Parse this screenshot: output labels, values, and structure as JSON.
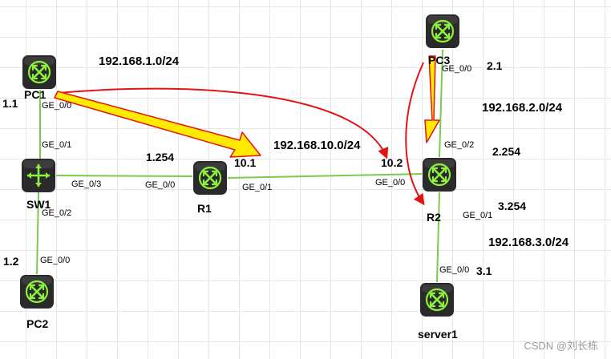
{
  "devices": [
    {
      "id": "pc1",
      "name": "PC1",
      "icon": "router-icon"
    },
    {
      "id": "sw1",
      "name": "SW1",
      "icon": "switch-icon"
    },
    {
      "id": "pc2",
      "name": "PC2",
      "icon": "router-icon"
    },
    {
      "id": "r1",
      "name": "R1",
      "icon": "router-icon"
    },
    {
      "id": "r2",
      "name": "R2",
      "icon": "router-icon"
    },
    {
      "id": "pc3",
      "name": "PC3",
      "icon": "router-icon"
    },
    {
      "id": "server1",
      "name": "server1",
      "icon": "router-icon"
    }
  ],
  "subnets": {
    "net1": "192.168.1.0/24",
    "net10": "192.168.10.0/24",
    "net2": "192.168.2.0/24",
    "net3": "192.168.3.0/24"
  },
  "addresses": {
    "pc1": "1.1",
    "pc2": "1.2",
    "r1_g00": "1.254",
    "r1_g01": "10.1",
    "r2_g00": "10.2",
    "pc3": "2.1",
    "r2_g02": "2.254",
    "r2_g01": "3.254",
    "server1": "3.1"
  },
  "ports": {
    "pc1_g00": "GE_0/0",
    "sw1_g01": "GE_0/1",
    "sw1_g03": "GE_0/3",
    "sw1_g02": "GE_0/2",
    "pc2_g00": "GE_0/0",
    "r1_g00": "GE_0/0",
    "r1_g01": "GE_0/1",
    "r2_g00": "GE_0/0",
    "pc3_g00": "GE_0/0",
    "r2_g02": "GE_0/2",
    "r2_g01": "GE_0/1",
    "server1_g00": "GE_0/0"
  },
  "watermark": "CSDN @刘长栋",
  "colors": {
    "link": "#7dc94e",
    "device_dark": "#2a2a2a",
    "device_accent": "#8cf03c",
    "arrow_red": "#e31414",
    "arrow_yellow": "#ffea00"
  }
}
